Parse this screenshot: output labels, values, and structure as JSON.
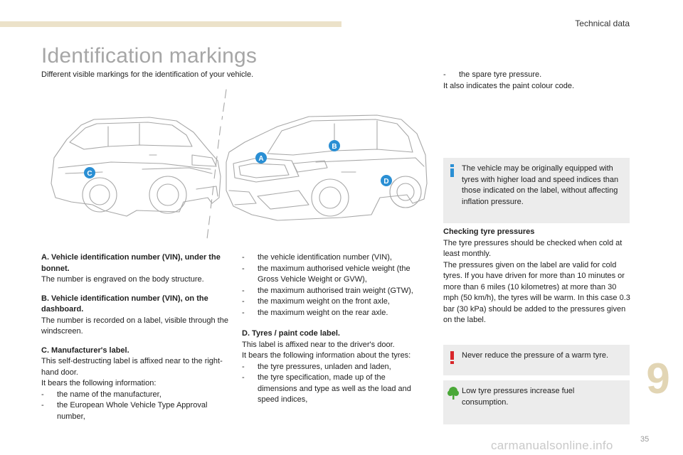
{
  "header": {
    "section_title": "Technical data",
    "accent_color": "#ece2c9"
  },
  "page": {
    "heading": "Identification markings",
    "intro": "Different visible markings for the identification of your vehicle.",
    "chapter_number": "9",
    "page_number": "35",
    "watermark": "carmanualsonline.info"
  },
  "illustration": {
    "markers": [
      {
        "letter": "A",
        "color": "#2a8fd4"
      },
      {
        "letter": "B",
        "color": "#2a8fd4"
      },
      {
        "letter": "C",
        "color": "#2a8fd4"
      },
      {
        "letter": "D",
        "color": "#2a8fd4"
      }
    ]
  },
  "sections": {
    "a": {
      "title": "A. Vehicle identification number (VIN), under the bonnet.",
      "text": "The number is engraved on the body structure."
    },
    "b": {
      "title": "B. Vehicle identification number (VIN), on the dashboard.",
      "text": "The number is recorded on a label, visible through the windscreen."
    },
    "c": {
      "title": "C. Manufacturer's label.",
      "text1": "This self-destructing label is affixed near to the right-hand door.",
      "text2": "It bears the following information:",
      "items": [
        "the name of the manufacturer,",
        "the European Whole Vehicle Type Approval number,",
        "the vehicle identification number (VIN),",
        "the maximum authorised vehicle weight (the Gross Vehicle Weight or GVW),",
        "the maximum authorised train weight (GTW),",
        "the maximum weight on the front axle,",
        "the maximum weight on the rear axle."
      ]
    },
    "d": {
      "title": "D. Tyres / paint code label.",
      "text1": "This label is affixed near to the driver's door.",
      "text2": "It bears the following information about the tyres:",
      "items": [
        "the tyre pressures, unladen and laden,",
        "the tyre specification, made up of the dimensions and type as well as the load and speed indices,",
        "the spare tyre pressure."
      ],
      "text3": "It also indicates the paint colour code."
    },
    "checking": {
      "title": "Checking tyre pressures",
      "text1": "The tyre pressures should be checked when cold at least monthly.",
      "text2": "The pressures given on the label are valid for cold tyres. If you have driven for more than 10 minutes or more than 6 miles (10 kilometres) at more than 30 mph (50 km/h), the tyres will be warm. In this case 0.3 bar (30 kPa) should be added to the pressures given on the label."
    }
  },
  "notes": {
    "info": {
      "text": "The vehicle may be originally equipped with tyres with higher load and speed indices than those indicated on the label, without affecting inflation pressure.",
      "icon": "info-icon",
      "color": "#2a8fd4"
    },
    "warning": {
      "text": "Never reduce the pressure of a warm tyre.",
      "icon": "warning-icon",
      "color": "#d8262a"
    },
    "eco": {
      "text": "Low tyre pressures increase fuel consumption.",
      "icon": "eco-tree-icon",
      "color": "#4aa838"
    }
  }
}
